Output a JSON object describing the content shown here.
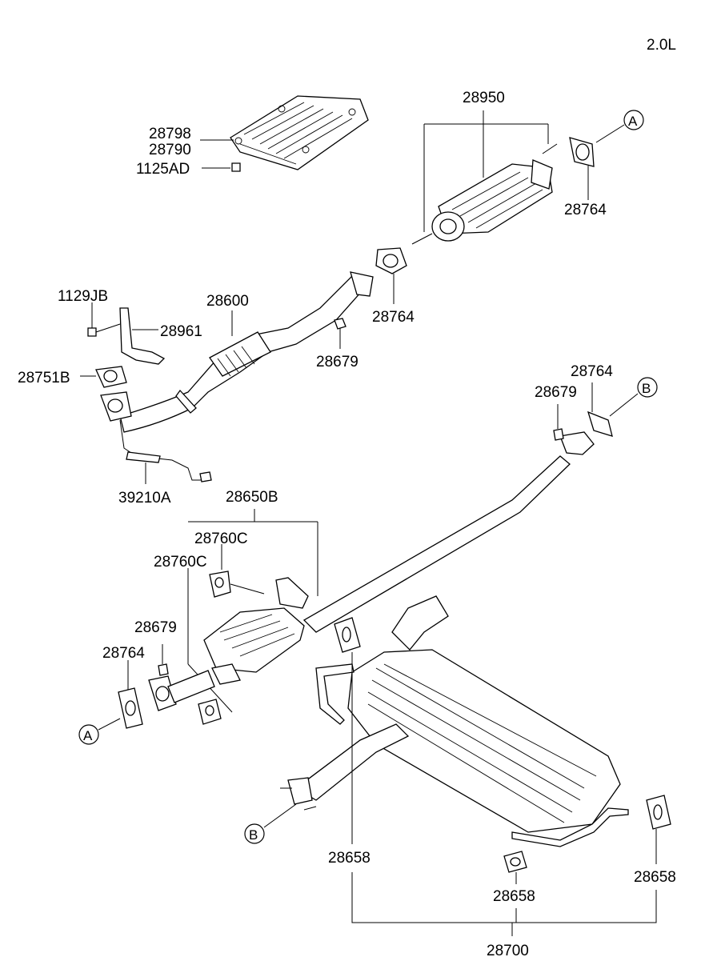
{
  "engine_label": "2.0L",
  "labels": {
    "cat_converter": "28950",
    "gasket_a_top": "28764",
    "gasket_cat_inlet": "28764",
    "heat_protector_1": "28798",
    "heat_protector_2": "28790",
    "bolt_heat_protector": "1125AD",
    "bolt_bracket": "1129JB",
    "bracket": "28961",
    "gasket_front": "28751B",
    "front_pipe": "28600",
    "nut_front": "28679",
    "oxygen_sensor": "39210A",
    "nut_b": "28679",
    "gasket_b": "28764",
    "center_muffler": "28650B",
    "hanger_upper": "28760C",
    "hanger_lower": "28760C",
    "nut_center": "28679",
    "gasket_a_bottom": "28764",
    "hanger_rubber_left": "28658",
    "hanger_rubber_mid": "28658",
    "hanger_rubber_right": "28658",
    "main_muffler": "28700"
  },
  "connectors": {
    "a_top": "A",
    "b_top": "B",
    "a_bottom": "A",
    "b_bottom": "B"
  }
}
